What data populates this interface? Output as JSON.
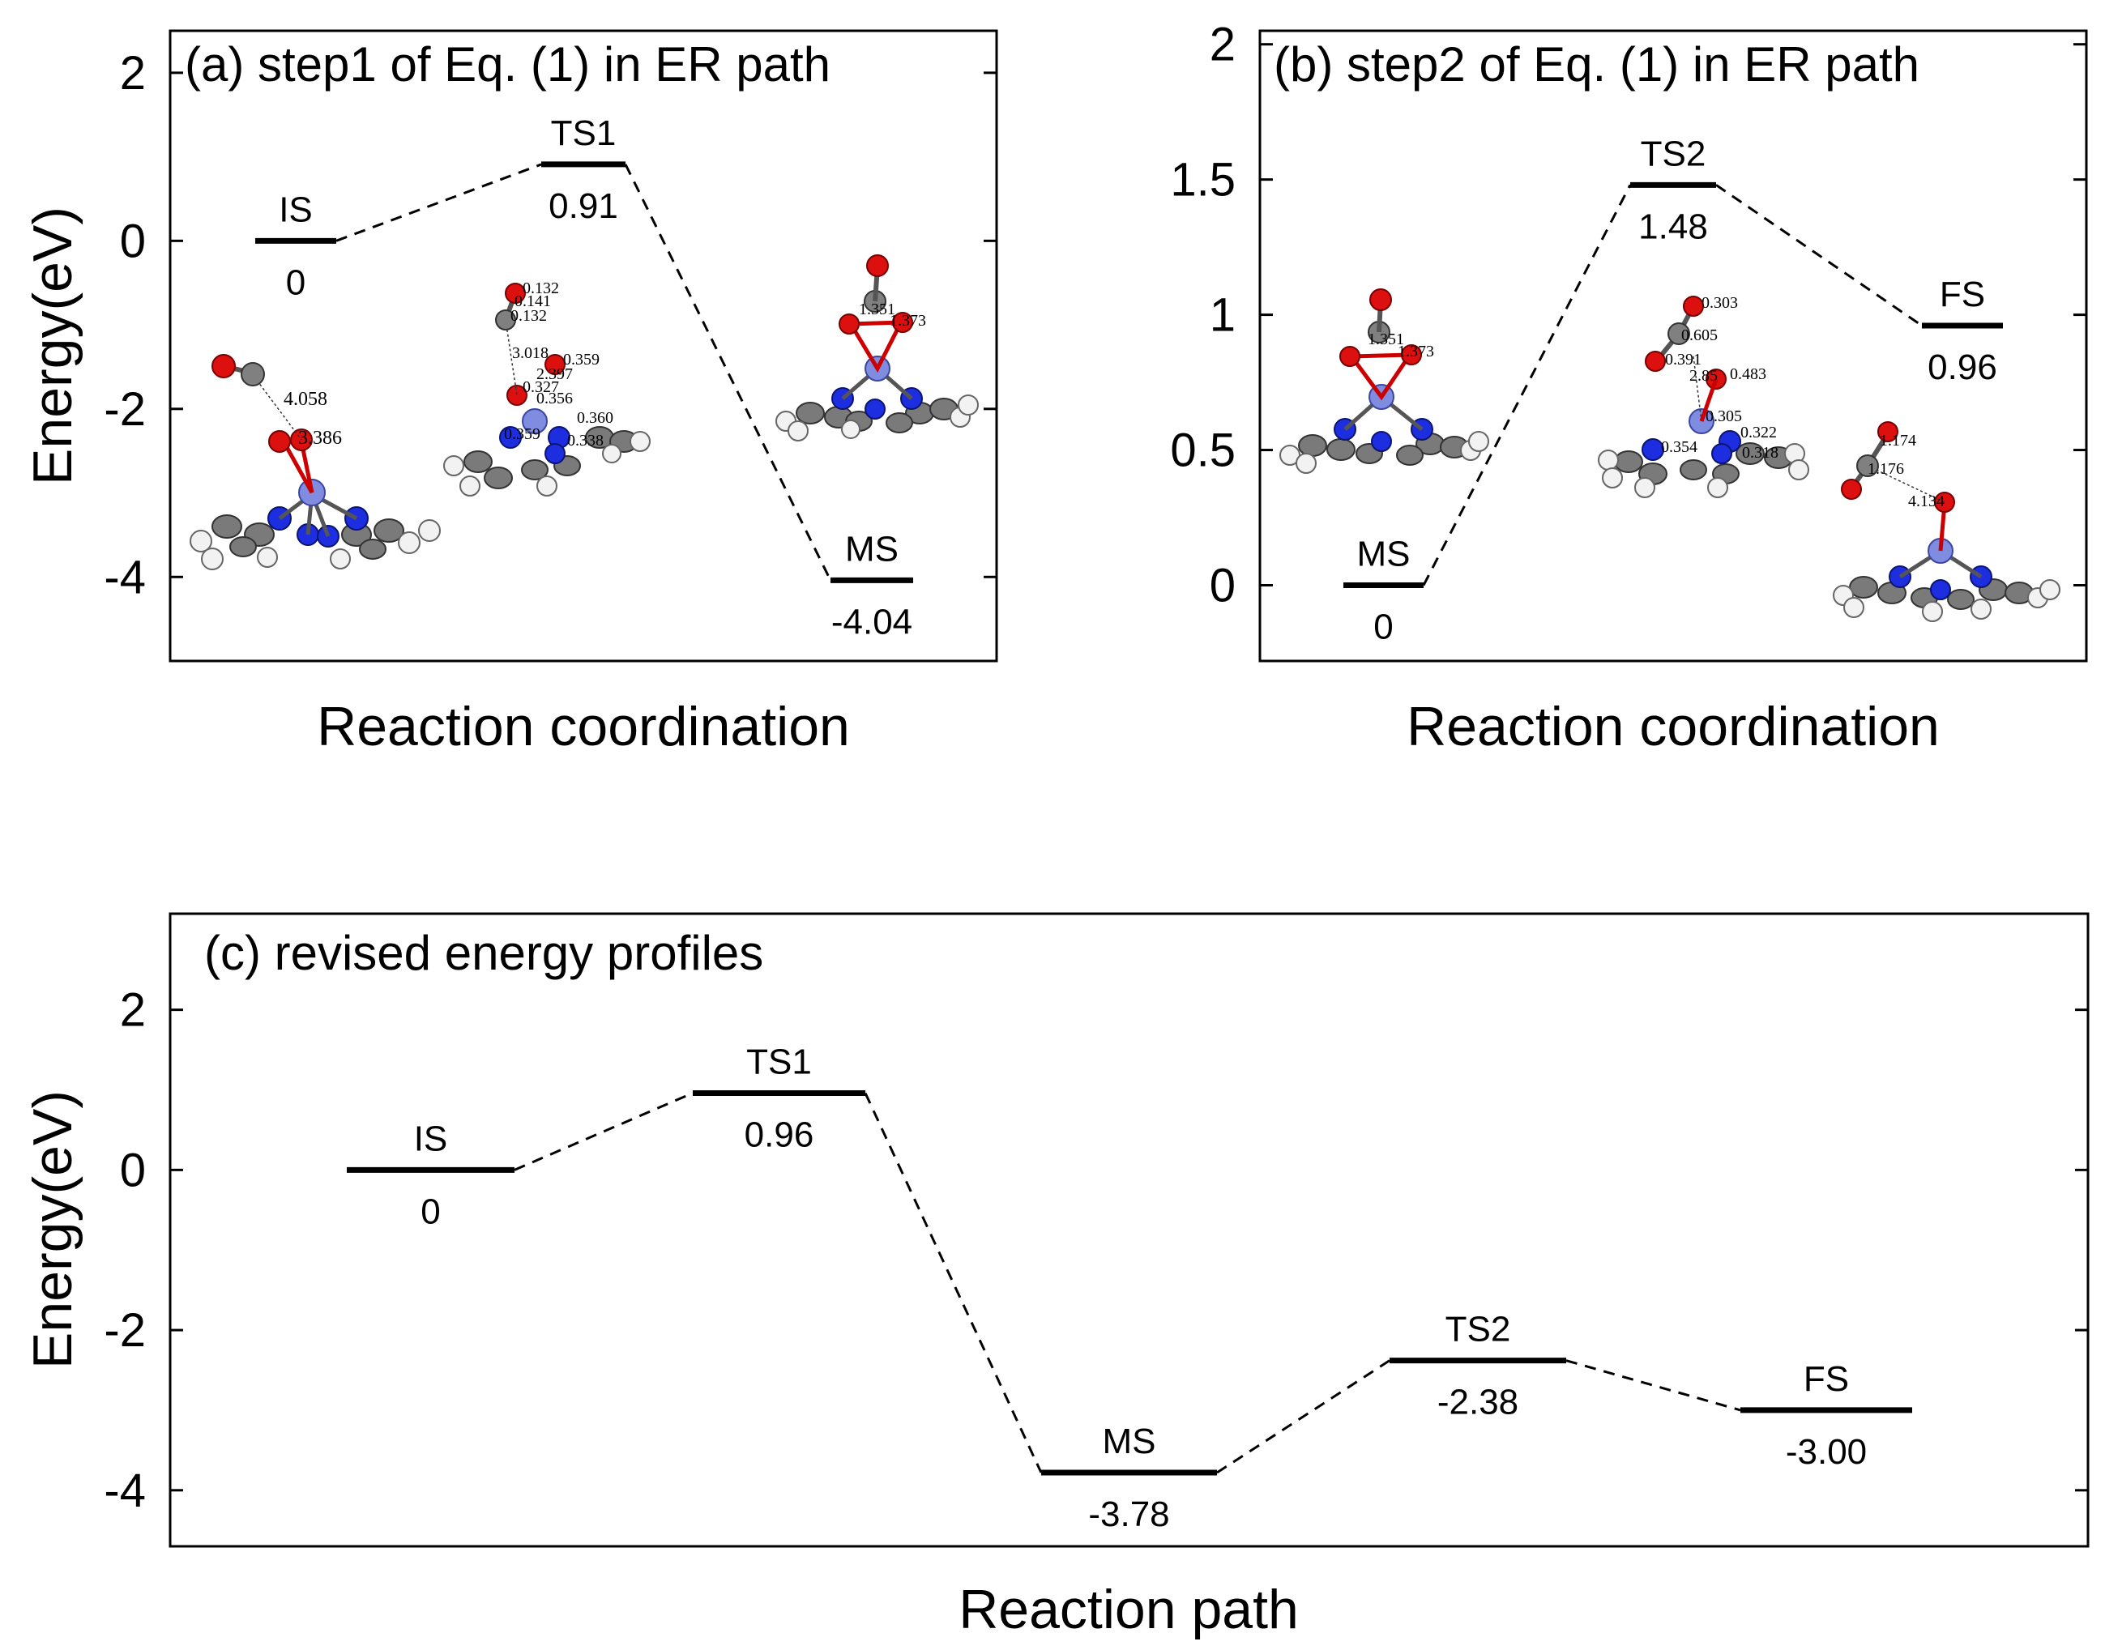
{
  "chart_data": [
    {
      "type": "energy-profile",
      "title": "(a) step1 of Eq. (1) in ER path",
      "xlabel": "Reaction coordination",
      "ylabel": "Energy(eV)",
      "ylim": [
        -5,
        2.5
      ],
      "yticks": [
        2,
        0,
        -2,
        -4
      ],
      "ytick_labels": [
        "2",
        "0",
        "-2",
        "-4"
      ],
      "states": [
        {
          "label": "IS",
          "value": 0,
          "value_label": "0"
        },
        {
          "label": "TS1",
          "value": 0.91,
          "value_label": "0.91"
        },
        {
          "label": "MS",
          "value": -4.04,
          "value_label": "-4.04"
        }
      ],
      "annotations": [
        "4.058",
        "3.386",
        "0.132",
        "0.141",
        "0.132",
        "3.018",
        "0.359",
        "2.397",
        "0.327",
        "0.356",
        "0.359",
        "0.360",
        "0.338",
        "1.351",
        "1.373"
      ]
    },
    {
      "type": "energy-profile",
      "title": "(b) step2 of Eq. (1) in ER path",
      "xlabel": "Reaction coordination",
      "ylabel": "",
      "ylim": [
        -0.28,
        2.05
      ],
      "yticks": [
        2,
        1.5,
        1,
        0.5,
        0
      ],
      "ytick_labels": [
        "2",
        "1.5",
        "1",
        "0.5",
        "0"
      ],
      "states": [
        {
          "label": "MS",
          "value": 0,
          "value_label": "0"
        },
        {
          "label": "TS2",
          "value": 1.48,
          "value_label": "1.48"
        },
        {
          "label": "FS",
          "value": 0.96,
          "value_label": "0.96"
        }
      ],
      "annotations": [
        "1.351",
        "1.373",
        "0.303",
        "0.605",
        "0.391",
        "2.85",
        "0.483",
        "0.305",
        "0.354",
        "0.322",
        "0.318",
        "1.174",
        "1.176",
        "4.134"
      ]
    },
    {
      "type": "energy-profile",
      "title": "(c) revised energy profiles",
      "xlabel": "Reaction path",
      "ylabel": "Energy(eV)",
      "ylim": [
        -4.7,
        3.2
      ],
      "yticks": [
        2,
        0,
        -2,
        -4
      ],
      "ytick_labels": [
        "2",
        "0",
        "-2",
        "-4"
      ],
      "states": [
        {
          "label": "IS",
          "value": 0,
          "value_label": "0"
        },
        {
          "label": "TS1",
          "value": 0.96,
          "value_label": "0.96"
        },
        {
          "label": "MS",
          "value": -3.78,
          "value_label": "-3.78"
        },
        {
          "label": "TS2",
          "value": -2.38,
          "value_label": "-2.38"
        },
        {
          "label": "FS",
          "value": -3.0,
          "value_label": "-3.00"
        }
      ]
    }
  ]
}
